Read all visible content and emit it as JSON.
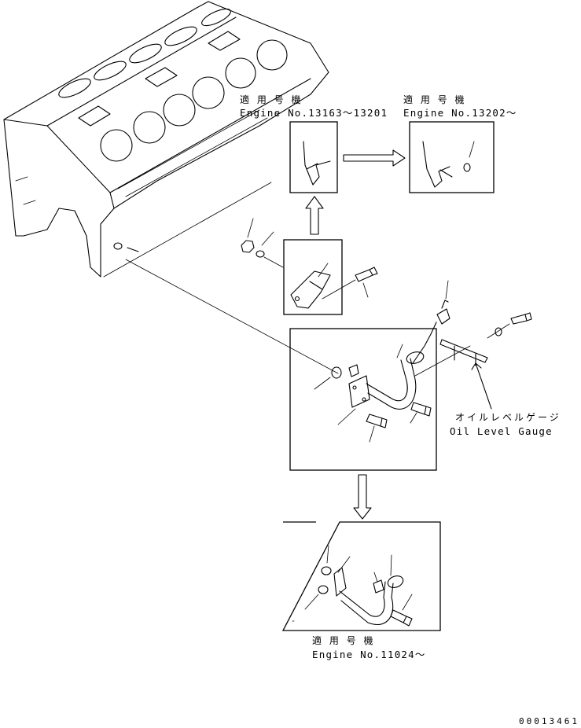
{
  "labels": {
    "applicable_1_jp": "適 用 号 機",
    "applicable_1_en": "Engine No.13163～13201",
    "applicable_2_jp": "適 用 号 機",
    "applicable_2_en": "Engine No.13202～",
    "applicable_3_jp": "適 用 号 機",
    "applicable_3_en": "Engine No.11024～",
    "gauge_jp": "オイルレベルゲージ",
    "gauge_en": "Oil Level Gauge"
  },
  "drawing_code": "00013461"
}
